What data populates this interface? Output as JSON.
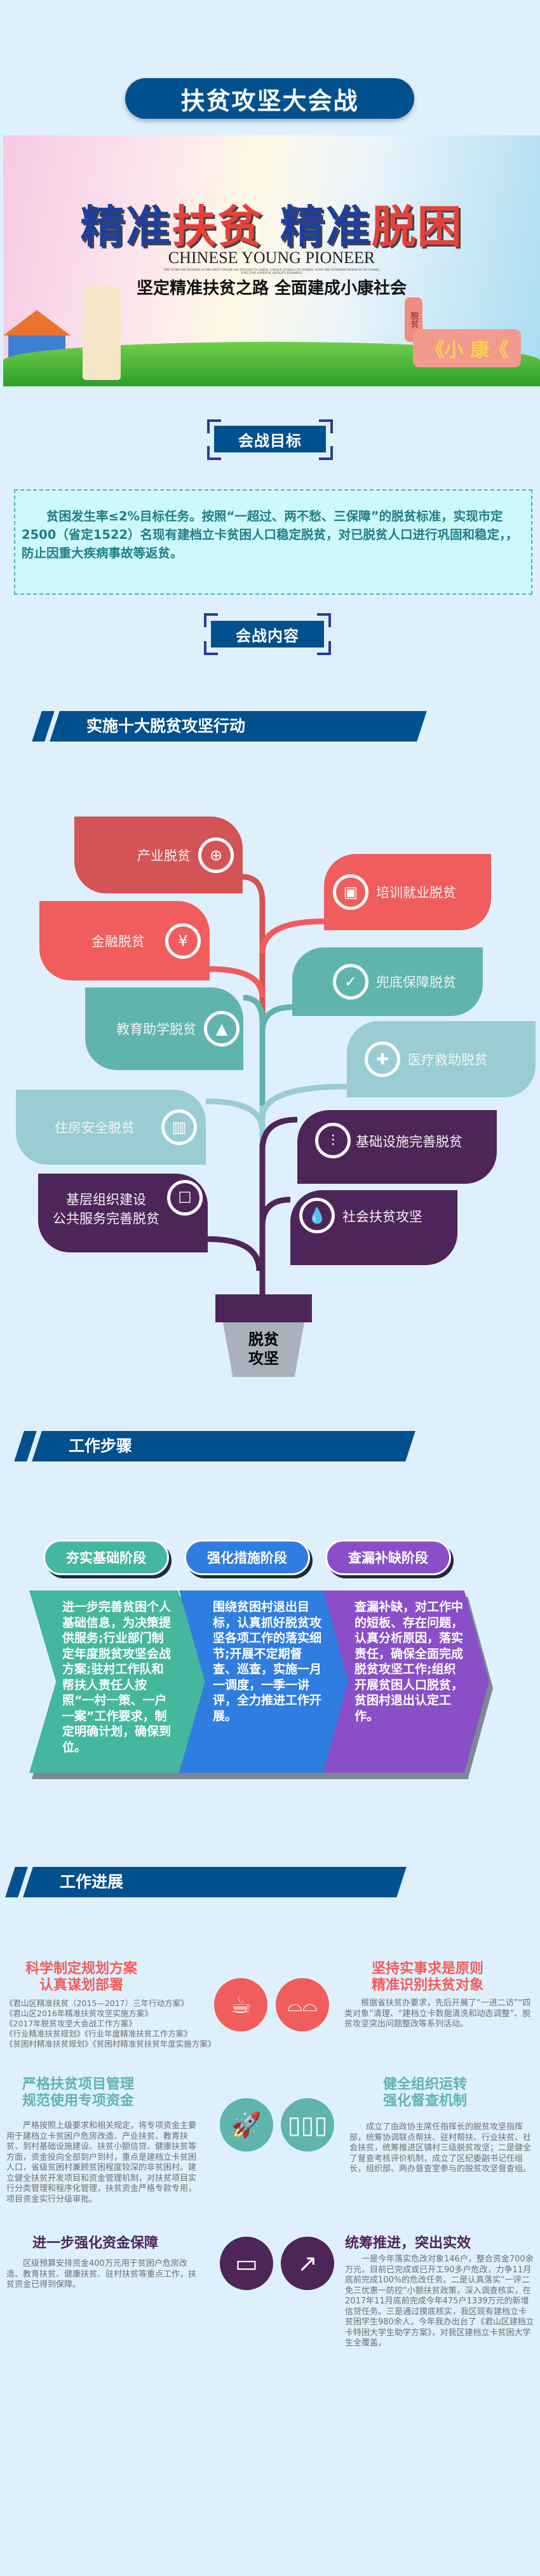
{
  "header": {
    "title": "扶贫攻坚大会战"
  },
  "banner": {
    "slogan_part1": "精准",
    "slogan_part2": "扶贫",
    "slogan_part3": "精准",
    "slogan_part4": "脱困",
    "english": "CHINESE YOUNG PIONEER",
    "fine_print": "THE WORD DICTIONARY IS THE FIRST ONLINE DICTIONARY IN CHINA. UNIQUE 20 MILLI ON WORDS, WITH THE INTERPRETATION OF PIE CHART, FINE EXPLANATION, QUALITY EXAMPLE",
    "subtitle": "坚定精准扶贫之路 全面建成小康社会",
    "scroll_text": "《小 康《",
    "scroll_tag": "脱贫"
  },
  "goal": {
    "title": "会战目标",
    "text": "贫困发生率≤2%目标任务。按照“一超过、两不愁、三保障”的脱贫标准，实现市定2500（省定1522）名现有建档立卡贫困人口稳定脱贫，对已脱贫人口进行巩固和稳定，，防止因重大疾病事故等返贫。"
  },
  "content": {
    "title": "会战内容"
  },
  "actions": {
    "header": "实施十大脱贫攻坚行动",
    "items": [
      {
        "label": "产业脱贫",
        "icon": "globe-icon",
        "color": "#d45455"
      },
      {
        "label": "培训就业脱贫",
        "icon": "training-icon",
        "color": "#f05d5c"
      },
      {
        "label": "金融脱贫",
        "icon": "coin-icon",
        "color": "#f05d5c"
      },
      {
        "label": "兜底保障脱贫",
        "icon": "shield-icon",
        "color": "#5fb5ab"
      },
      {
        "label": "教育助学脱贫",
        "icon": "graduation-cap-icon",
        "color": "#5fb5ab"
      },
      {
        "label": "医疗救助脱贫",
        "icon": "medical-kit-icon",
        "color": "#9acdd3"
      },
      {
        "label": "住房安全脱贫",
        "icon": "building-icon",
        "color": "#9acdd3"
      },
      {
        "label": "基础设施完善脱贫",
        "icon": "sliders-icon",
        "color": "#4e2558"
      },
      {
        "label": "基层组织建设",
        "label2": "公共服务完善脱贫",
        "icon": "hand-box-icon",
        "color": "#4e2558"
      },
      {
        "label": "社会扶贫攻坚",
        "icon": "drops-icon",
        "color": "#4e2558"
      }
    ],
    "pot_label1": "脱贫",
    "pot_label2": "攻坚"
  },
  "steps": {
    "header": "工作步骤",
    "phases": [
      {
        "name": "夯实基础阶段",
        "color": "#45b79e",
        "text": "进一步完善贫困个人基础信息，为决策提供服务;行业部门制定年度脱贫攻坚会战方案;驻村工作队和帮扶人责任人按照“一村一策、一户一案”工作要求，制定明确计划，确保到位。"
      },
      {
        "name": "强化措施阶段",
        "color": "#2f7de0",
        "text": "围绕贫困村退出目标，认真抓好脱贫攻坚各项工作的落实细节;开展不定期督查、巡查，实施一月一调度，一季一讲评，全力推进工作开展。"
      },
      {
        "name": "查漏补缺阶段",
        "color": "#8a4fc8",
        "text": "查漏补缺，对工作中的短板、存在问题，认真分析原因，落实责任，确保全面完成脱贫攻坚工作;组织开展贫困人口脱贫，贫困村退出认定工作。"
      }
    ]
  },
  "progress": {
    "header": "工作进展",
    "items": [
      {
        "title1": "科学制定规划方案",
        "title2": "认真谋划部署",
        "color": "#f05d5c",
        "icon": "coffee-cup-icon",
        "lines": [
          "《君山区精准扶贫（2015—2017）三年行动方案》",
          "《君山区2016年精准扶贫攻坚实施方案》",
          "《2017年脱贫攻坚大会战工作方案》",
          "《行业精准扶贫规划》《行业年度精准扶贫工作方案》",
          "《贫困村精准扶贫规划》《贫困村精准贫扶贫年度实施方案》"
        ]
      },
      {
        "title1": "坚持实事求是原则",
        "title2": "精准识别扶贫对象",
        "color": "#f05d5c",
        "icon": "glasses-icon",
        "text": "根据省扶贫办要求，先后开展了“一进二访”“四类对象”清理、“建档立卡数据清洗和动态调整”、脱贫攻坚突出问题整改等系列活动。"
      },
      {
        "title1": "严格扶贫项目管理",
        "title2": "规范使用专项资金",
        "color": "#5fb5ab",
        "icon": "rocket-icon",
        "text": "严格按照上级要求和相关规定，将专项资金主要用于建档立卡贫困户危房改造、产业扶贫、教育扶贫、到村基础设施建设、扶贫小额信贷、健康扶贫等方面，资金投向全部到户到村，重点是建档立卡贫困人口，省级贫困村兼顾贫困程度较深的非贫困村。建立健全扶贫开发项目和资金管理机制，对扶贫项目实行分类管理和程序化管理，扶贫资金严格专款专用，项目资金实行分级审批。"
      },
      {
        "title1": "健全组织运转",
        "title2": "强化督查机制",
        "color": "#5fb5ab",
        "icon": "binders-icon",
        "text": "成立了由政协主席任指挥长的脱贫攻坚指挥部，统筹协调联点帮扶、驻村帮扶、行业扶贫、社会扶贫，统筹推进区镇村三级脱贫攻坚；二是健全了督查考核评价机制，成立了区纪委副书记任组长，组织部、两办督查室参与的脱贫攻坚督查组。"
      },
      {
        "title1": "进一步强化资金保障",
        "color": "#4e2558",
        "icon": "computer-icon",
        "text": "区级预算安排资金400万元用于贫困户危房改造、教育扶贫、健康扶贫、驻村扶贫等重点工作，扶贫资金已得到保障。"
      },
      {
        "title1": "统筹推进，突出实效",
        "color": "#4e2558",
        "icon": "line-chart-icon",
        "text": "一是今年落实危改对象146户，整合资金700余万元，目前已完成或已开工90多户危改，力争11月底前完成100%的危改任务。二是认真落实“一评二免三优惠一防控”小额扶贫政策，深入调查核实，在2017年11月底前完成今年475户1339万元的新增信贷任务。三是通过摸底核实，我区现有建档立卡贫困学生980余人，今年我办出台了《君山区建档立卡特困大学生助学方案》，对我区建档立卡贫困大学生全覆盖，"
      }
    ]
  }
}
